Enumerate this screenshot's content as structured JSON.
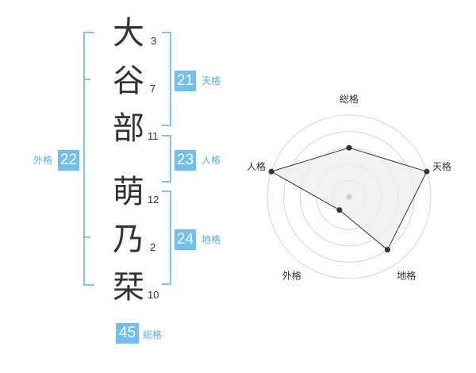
{
  "name": {
    "characters": [
      {
        "char": "大",
        "strokes": "3"
      },
      {
        "char": "谷",
        "strokes": "7"
      },
      {
        "char": "部",
        "strokes": "11"
      },
      {
        "char": "萌",
        "strokes": "12"
      },
      {
        "char": "乃",
        "strokes": "2"
      },
      {
        "char": "栞",
        "strokes": "10"
      }
    ]
  },
  "fortunes": {
    "tenkaku": {
      "value": "21",
      "label": "天格"
    },
    "jinkaku": {
      "value": "23",
      "label": "人格"
    },
    "chikaku": {
      "value": "24",
      "label": "地格"
    },
    "gaikaku": {
      "value": "22",
      "label": "外格"
    },
    "soukaku": {
      "value": "45",
      "label": "総格"
    }
  },
  "chart_data": {
    "type": "radar",
    "axes": [
      "総格",
      "天格",
      "地格",
      "外格",
      "人格"
    ],
    "rings": 5,
    "values": [
      3,
      5,
      4,
      1,
      5
    ],
    "max": 5,
    "colors": {
      "fill": "#eeeeee",
      "line": "#333333",
      "grid": "#d6d6d6",
      "center": "#cccccc"
    }
  }
}
